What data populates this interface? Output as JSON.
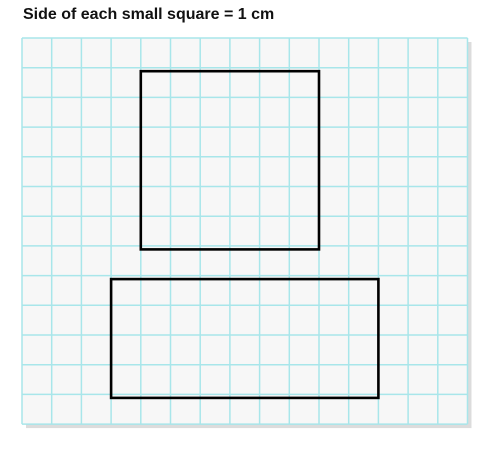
{
  "caption": "Side of each small square = 1 cm",
  "grid": {
    "columns": 15,
    "rows": 13,
    "unit": "cm",
    "unit_size": 1,
    "line_color": "#a8e6ea",
    "background": "#f7f7f7",
    "shadow_color": "#dcdcdc"
  },
  "shapes": [
    {
      "name": "square",
      "col": 4,
      "row": 1,
      "width": 6,
      "height": 6
    },
    {
      "name": "rectangle",
      "col": 3,
      "row": 8,
      "width": 9,
      "height": 4
    }
  ],
  "shape_stroke": "#000000"
}
